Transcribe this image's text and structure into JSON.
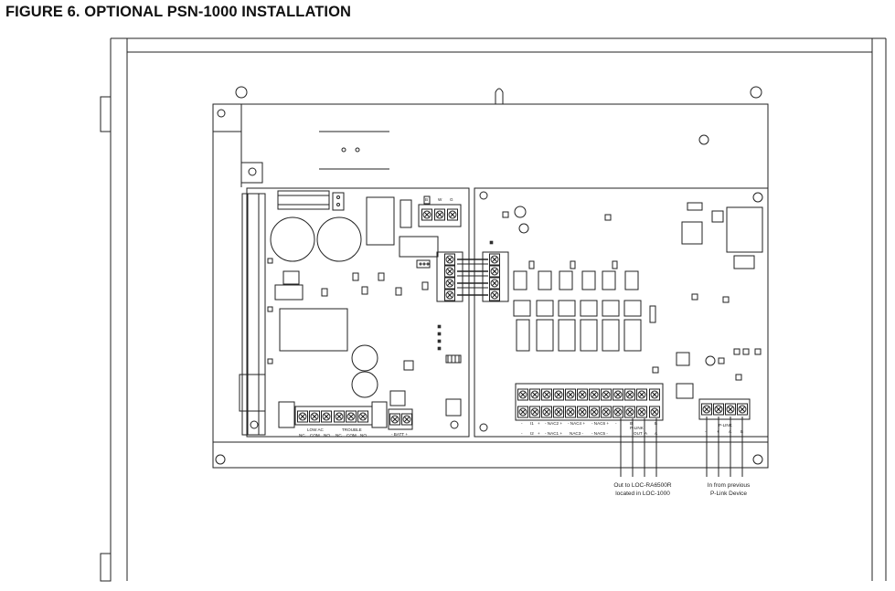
{
  "figure": {
    "title": "FIGURE 6. OPTIONAL PSN-1000 INSTALLATION"
  },
  "power_board": {
    "top_terminal_labels": [
      "B",
      "W",
      "G"
    ],
    "low_ac_label": "LOW AC",
    "trouble_label": "TROUBLE",
    "low_ac_contacts": [
      "NC",
      "COM",
      "NO"
    ],
    "trouble_contacts": [
      "NC",
      "COM",
      "NO"
    ],
    "batt_label": "- BATT +"
  },
  "nac_board": {
    "upper_labels": [
      "-",
      "I1",
      "+",
      "- NAC2 +",
      "- NAC4 +",
      "- NAC6 +",
      "- ",
      "B",
      "",
      "B"
    ],
    "lower_labels": [
      "-",
      "I2",
      "+",
      "- NAC1 +",
      "NAC3 -",
      "- NAC5 -",
      "",
      "P-LINK",
      "OUT",
      "A",
      "A"
    ],
    "plink_label": "P-LINK",
    "plink_terminals": [
      "-",
      "+",
      "A",
      "B"
    ]
  },
  "callouts": {
    "out_line1": "Out to LOC-RA6500R",
    "out_line2": "located in LOC-1000",
    "in_line1": "In from previous",
    "in_line2": "P-Link Device"
  }
}
